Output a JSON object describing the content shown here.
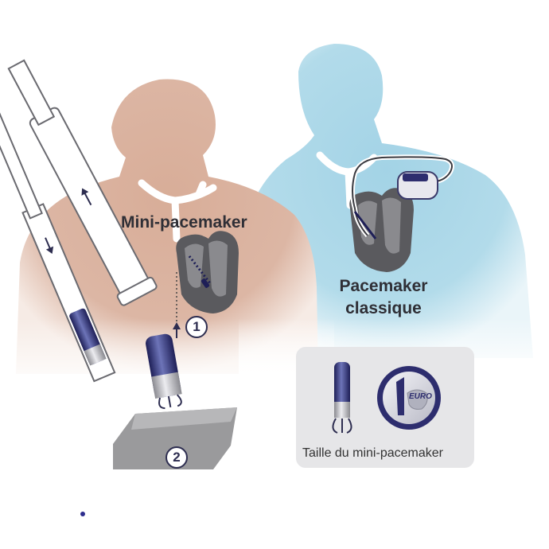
{
  "labels": {
    "mini_pacemaker": "Mini-pacemaker",
    "classic_line1": "Pacemaker",
    "classic_line2": "classique",
    "size_caption": "Taille du mini-pacemaker",
    "step_1": "1",
    "step_2": "2",
    "coin_text": "EURO"
  },
  "icons": [
    "heart-icon",
    "pacemaker-device-icon",
    "catheter-icon",
    "coin-icon",
    "arrow-up-icon"
  ],
  "colors": {
    "skin": "#d9b09d",
    "blue_body": "#a9d6e8",
    "heart": "#5a5a5e",
    "device_navy": "#2d2d6e",
    "text": "#2f2f36",
    "panel": "#e6e6e8"
  }
}
